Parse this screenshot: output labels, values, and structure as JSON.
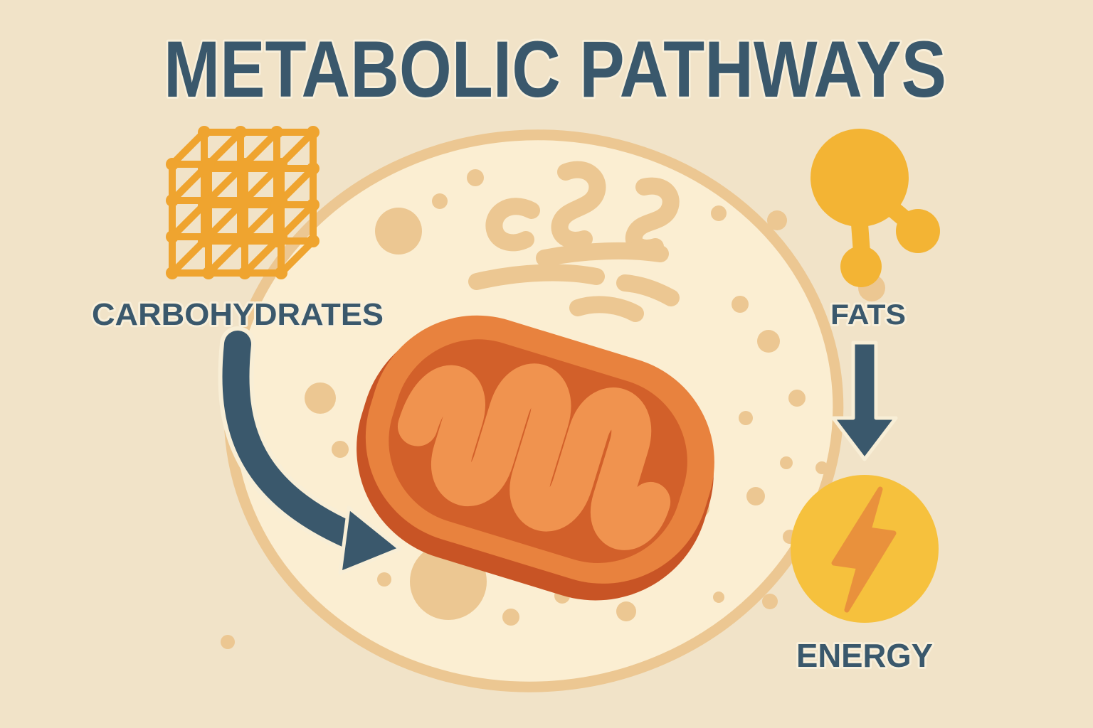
{
  "title": "METABOLIC PATHWAYS",
  "labels": {
    "carbohydrates": "CARBOHYDRATES",
    "fats": "FATS",
    "energy": "ENERGY"
  },
  "icons": [
    "lattice-cube-icon",
    "cell-icon",
    "mitochondrion-icon",
    "er-squiggles-icon",
    "fat-molecule-icon",
    "curved-arrow-icon",
    "down-arrow-icon",
    "lightning-bolt-icon"
  ],
  "flow": [
    {
      "from": "CARBOHYDRATES",
      "to": "mitochondrion",
      "connector": "curved-arrow"
    },
    {
      "from": "FATS",
      "to": "ENERGY",
      "connector": "down-arrow"
    }
  ],
  "palette": {
    "background": "#f1e3c8",
    "cell_fill": "#fbeed2",
    "organelle_tan": "#ecc792",
    "ink": "#3a586c",
    "lattice_orange": "#efa42f",
    "fat_yellow": "#f3b434",
    "energy_yellow": "#f6c13d",
    "bolt_orange": "#e9913c",
    "mito_rim": "#c85425",
    "mito_band": "#e8823e",
    "mito_matrix": "#d2602a",
    "mito_cristae": "#f0934f"
  }
}
